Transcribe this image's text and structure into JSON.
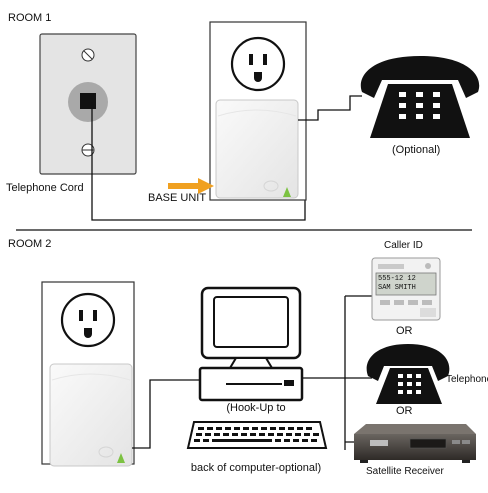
{
  "sections": {
    "room1": "ROOM 1",
    "room2": "ROOM 2"
  },
  "labels": {
    "telephone_cord": "Telephone Cord",
    "base_unit": "BASE UNIT",
    "optional": "(Optional)",
    "caller_id": "Caller ID",
    "or_1": "OR",
    "telephone": "Telephone",
    "or_2": "OR",
    "satellite_receiver": "Satellite Receiver",
    "hookup_line1": "(Hook-Up to",
    "hookup_line2": "back of computer-optional)"
  },
  "caller_id_screen": {
    "line1": "555-12 12",
    "line2": "SAM SMITH"
  },
  "colors": {
    "arrow": "#f0a020",
    "led": "#7cc242",
    "plate": "#e6e6e6",
    "device": "#f4f4f4",
    "phone": "#111111"
  }
}
